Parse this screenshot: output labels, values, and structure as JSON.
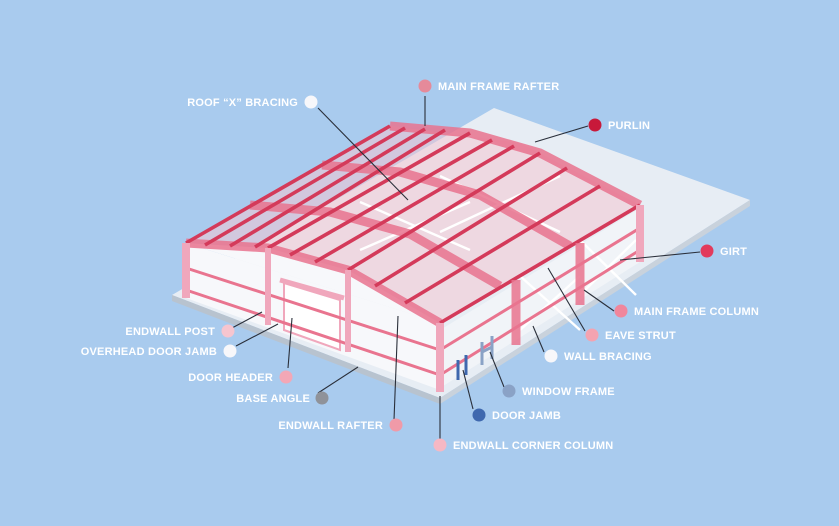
{
  "colors": {
    "background": "#a9cbee",
    "floor": "#e6ecf3",
    "wall_panel": "#f5f7fa",
    "frame_light": "#f0a7bc",
    "frame_mid": "#e9748f",
    "purlin": "#d43a5a",
    "bracing": "#ffffff",
    "label_text": "#ffffff"
  },
  "labels": [
    {
      "id": "roof-x-bracing",
      "text": "ROOF “X” BRACING",
      "dot_color": "#f7f7fa"
    },
    {
      "id": "main-frame-rafter",
      "text": "MAIN FRAME RAFTER",
      "dot_color": "#e58a9a"
    },
    {
      "id": "purlin",
      "text": "PURLIN",
      "dot_color": "#c8193a"
    },
    {
      "id": "girt",
      "text": "GIRT",
      "dot_color": "#e23a5c"
    },
    {
      "id": "main-frame-column",
      "text": "MAIN FRAME COLUMN",
      "dot_color": "#f0869c"
    },
    {
      "id": "eave-strut",
      "text": "EAVE STRUT",
      "dot_color": "#f4a3b0"
    },
    {
      "id": "wall-bracing",
      "text": "WALL BRACING",
      "dot_color": "#f7f7fa"
    },
    {
      "id": "window-frame",
      "text": "WINDOW FRAME",
      "dot_color": "#8aa2c6"
    },
    {
      "id": "door-jamb",
      "text": "DOOR JAMB",
      "dot_color": "#3f68ae"
    },
    {
      "id": "endwall-corner-column",
      "text": "ENDWALL CORNER COLUMN",
      "dot_color": "#f6b8c4"
    },
    {
      "id": "endwall-rafter",
      "text": "ENDWALL RAFTER",
      "dot_color": "#f09aa8"
    },
    {
      "id": "base-angle",
      "text": "BASE ANGLE",
      "dot_color": "#8f9299"
    },
    {
      "id": "door-header",
      "text": "DOOR HEADER",
      "dot_color": "#f3a7b6"
    },
    {
      "id": "overhead-door-jamb",
      "text": "OVERHEAD DOOR JAMB",
      "dot_color": "#f7f7fa"
    },
    {
      "id": "endwall-post",
      "text": "ENDWALL POST",
      "dot_color": "#f6c5cf"
    }
  ]
}
